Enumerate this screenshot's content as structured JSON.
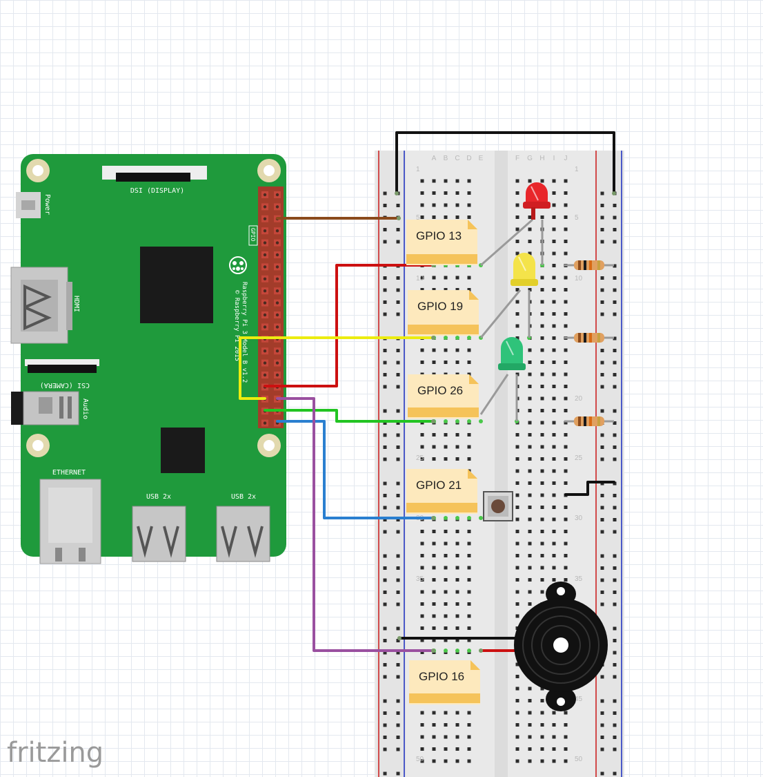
{
  "pi": {
    "labels": {
      "power": "Power",
      "dsi": "DSI (DISPLAY)",
      "hdmi": "HDMI",
      "csi": "CSI (CAMERA)",
      "audio": "Audio",
      "ethernet": "ETHERNET",
      "usb_left": "USB 2x",
      "usb_right": "USB 2x",
      "gpio": "GPIO",
      "model": "Raspberry Pi 3 Model B v1.2",
      "copyright": "© Raspberry Pi 2015"
    },
    "colors": {
      "board": "#1f9a3c",
      "header": "#a33c2a"
    }
  },
  "breadboard": {
    "columns_left": [
      "A",
      "B",
      "C",
      "D",
      "E"
    ],
    "columns_right": [
      "F",
      "G",
      "H",
      "I",
      "J"
    ],
    "row_numbers": [
      "1",
      "5",
      "10",
      "20",
      "25",
      "30",
      "35",
      "45",
      "50"
    ]
  },
  "notes": [
    {
      "label": "GPIO 13"
    },
    {
      "label": "GPIO 19"
    },
    {
      "label": "GPIO 26"
    },
    {
      "label": "GPIO 21"
    },
    {
      "label": "GPIO 16"
    }
  ],
  "leds": [
    {
      "name": "red",
      "color": "#e8262a"
    },
    {
      "name": "yellow",
      "color": "#f4e34a"
    },
    {
      "name": "green",
      "color": "#2fc37a"
    }
  ],
  "wires": {
    "brown": "#8a4a1c",
    "red": "#cc1010",
    "yellow": "#ecec10",
    "green": "#22c422",
    "blue": "#2a7fd0",
    "purple": "#9a50a0",
    "black": "#111111"
  },
  "watermark": "fritzing"
}
